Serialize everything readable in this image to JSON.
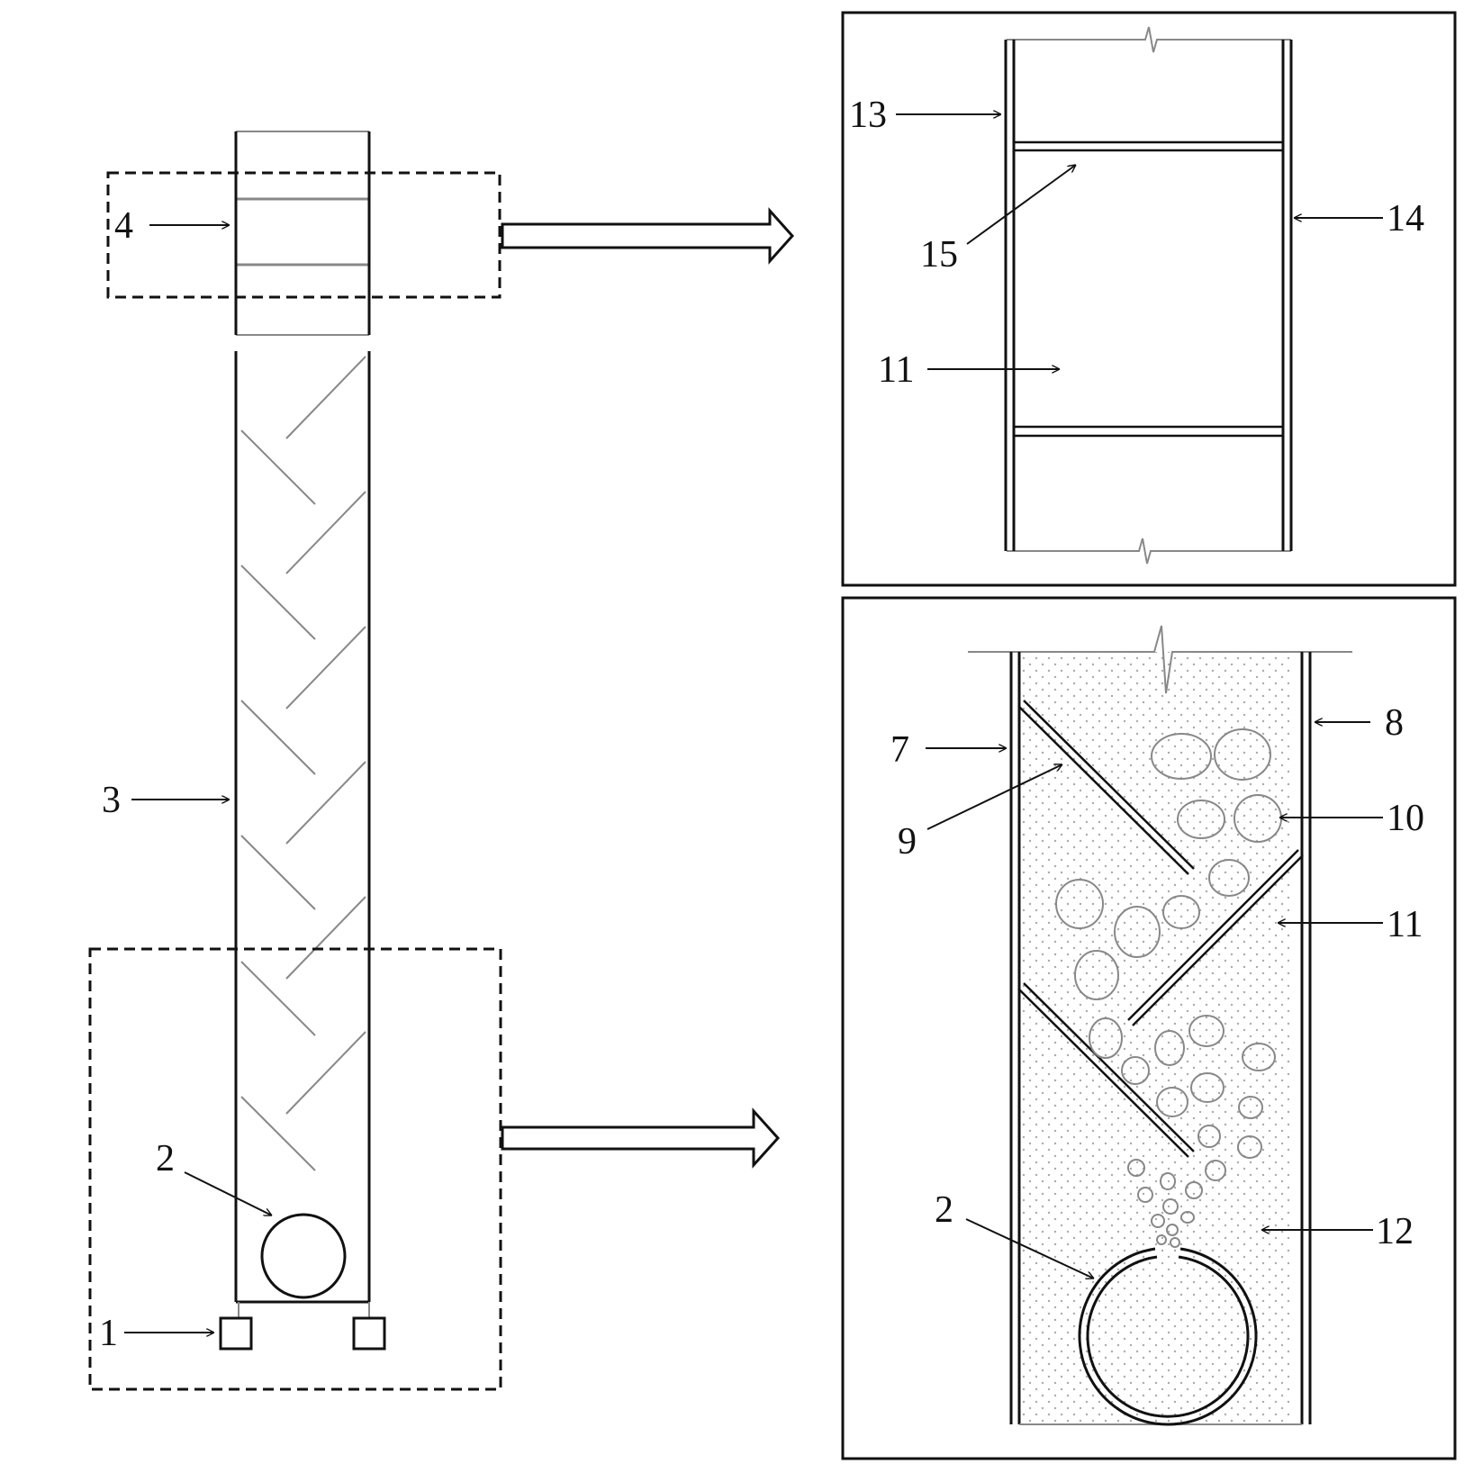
{
  "labels": {
    "l1": "1",
    "l2": "2",
    "l3": "3",
    "l4": "4",
    "r13": "13",
    "r14": "14",
    "r15": "15",
    "r11a": "11",
    "r7": "7",
    "r8": "8",
    "r9": "9",
    "r10": "10",
    "r11b": "11",
    "r2": "2",
    "r12": "12"
  }
}
